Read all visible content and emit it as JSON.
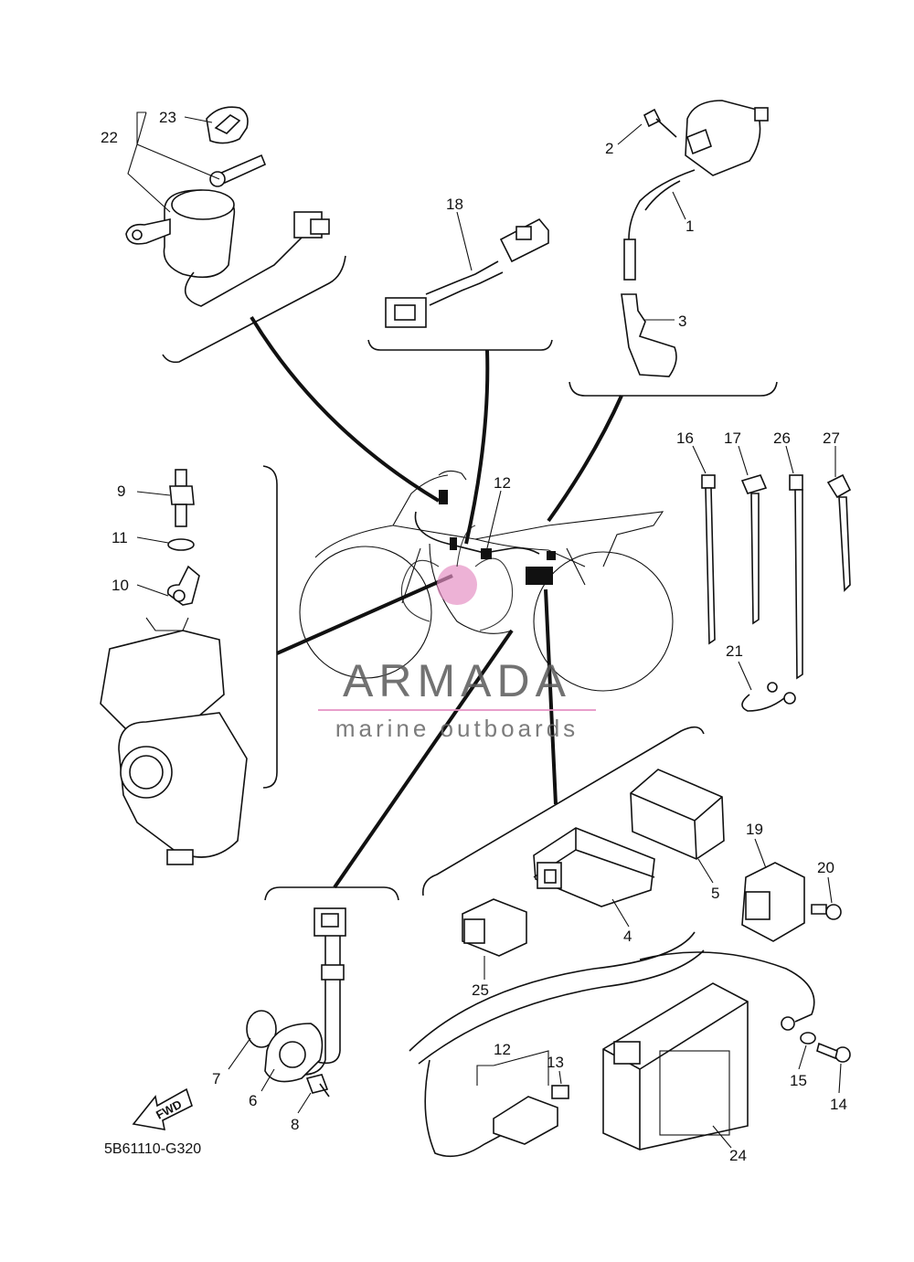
{
  "diagram": {
    "code": "5B61110-G320",
    "fwd_label": "FWD",
    "watermark": {
      "title": "ARMADA",
      "subtitle": "marine outboards",
      "accent_color": "#e58fc3"
    },
    "callouts": {
      "p1": "1",
      "p2": "2",
      "p3": "3",
      "p4": "4",
      "p5": "5",
      "p6": "6",
      "p7": "7",
      "p8": "8",
      "p9": "9",
      "p10": "10",
      "p11": "11",
      "p12a": "12",
      "p12b": "12",
      "p13": "13",
      "p14": "14",
      "p15": "15",
      "p16": "16",
      "p17": "17",
      "p18": "18",
      "p19": "19",
      "p20": "20",
      "p21": "21",
      "p22": "22",
      "p23": "23",
      "p24": "24",
      "p25": "25",
      "p26": "26",
      "p27": "27"
    }
  }
}
